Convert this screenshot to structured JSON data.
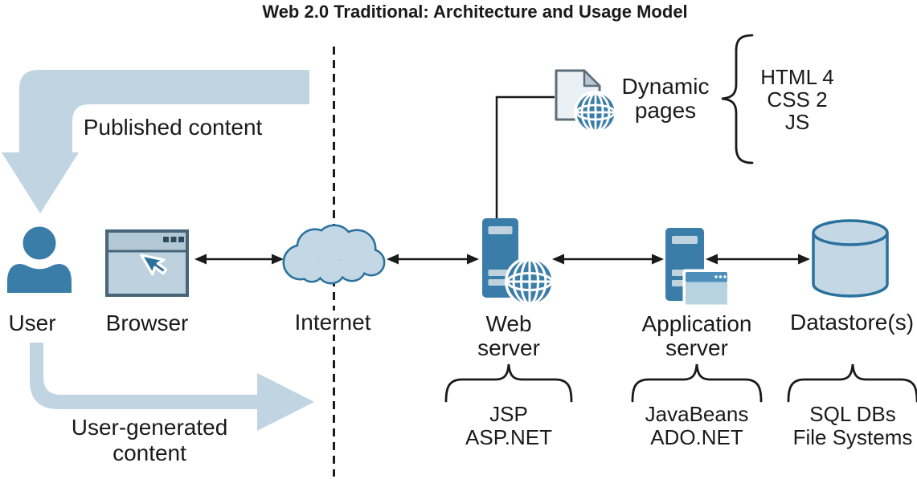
{
  "title": "Web 2.0 Traditional: Architecture and Usage Model",
  "flows": {
    "published_content": "Published content",
    "user_generated_content": [
      "User-generated",
      "content"
    ]
  },
  "nodes": {
    "user": {
      "label": "User"
    },
    "browser": {
      "label": "Browser"
    },
    "internet": {
      "label": "Internet"
    },
    "web_server": {
      "label": [
        "Web",
        "server"
      ],
      "technologies": [
        "JSP",
        "ASP.NET"
      ]
    },
    "application_server": {
      "label": [
        "Application",
        "server"
      ],
      "technologies": [
        "JavaBeans",
        "ADO.NET"
      ]
    },
    "datastore": {
      "label": "Datastore(s)",
      "technologies": [
        "SQL DBs",
        "File Systems"
      ]
    }
  },
  "dynamic_pages": {
    "label": [
      "Dynamic",
      "pages"
    ],
    "technologies": [
      "HTML 4",
      "CSS 2",
      "JS"
    ]
  },
  "colors": {
    "icon_blue": "#3b7da9",
    "light_blue_fill": "#c3d7e4",
    "blue_outline": "#2a719e",
    "flow_arrow": "#c0d4e2",
    "ink": "#1a1a1a",
    "browser_frame": "#47657a",
    "browser_titlebar": "#b2c8d5",
    "browser_body": "#bdd2de",
    "window_titlebar": "#4d8fba",
    "window_body": "#b7d3e2",
    "server_bar": "#bfd3df",
    "document_fill": "#eaf0f4",
    "document_edge": "#5c6e7a",
    "document_fold": "#b7c7d3"
  }
}
